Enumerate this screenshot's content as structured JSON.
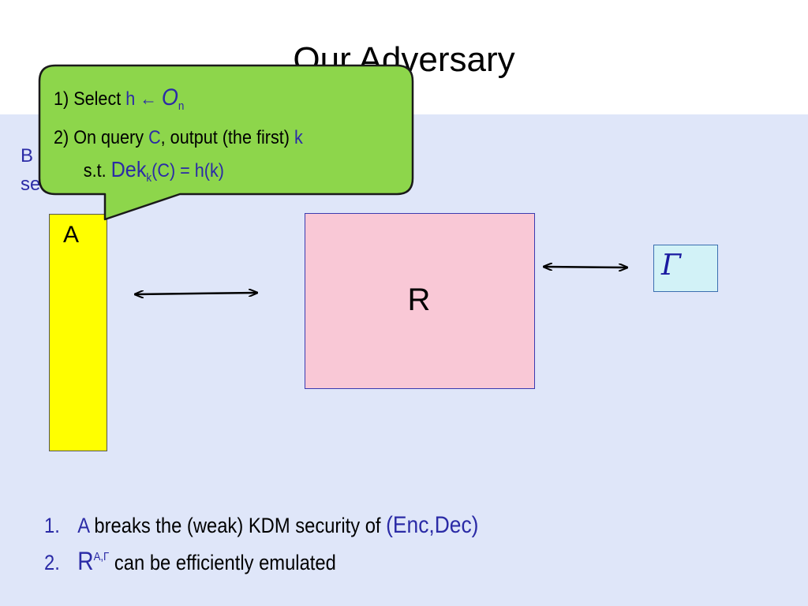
{
  "title": "Our Adversary",
  "behind_text": {
    "line1_visible": "B",
    "line2_visible": "se"
  },
  "callout": {
    "line1": {
      "prefix": "1) Select ",
      "var": "h",
      "arrow": " ← ",
      "oracle": "O",
      "oracle_sub": "n"
    },
    "line2": {
      "prefix": "2) On query ",
      "var": "C",
      "mid": ", output (the first) ",
      "k": "k"
    },
    "line3": {
      "prefix": "s.t. ",
      "dek": "Dek",
      "dek_sub": "k",
      "rest": "(C) = ",
      "h": "h(k)"
    }
  },
  "boxes": {
    "a": {
      "label": "A",
      "fill": "#ffff00"
    },
    "r": {
      "label": "R",
      "fill": "#f9c8d6"
    },
    "gamma": {
      "label": "Γ",
      "fill": "#d2f2f7"
    }
  },
  "list": [
    {
      "num": "1.",
      "a": "A",
      "text": " breaks the (weak) KDM security of ",
      "enc": "(Enc,Dec)"
    },
    {
      "num": "2.",
      "r": "R",
      "sup": "A,Γ",
      "text": " can be efficiently emulated"
    }
  ],
  "colors": {
    "accent_blue": "#2b2ba6",
    "callout_green": "#8dd64b",
    "content_bg": "#dfe6f9"
  }
}
